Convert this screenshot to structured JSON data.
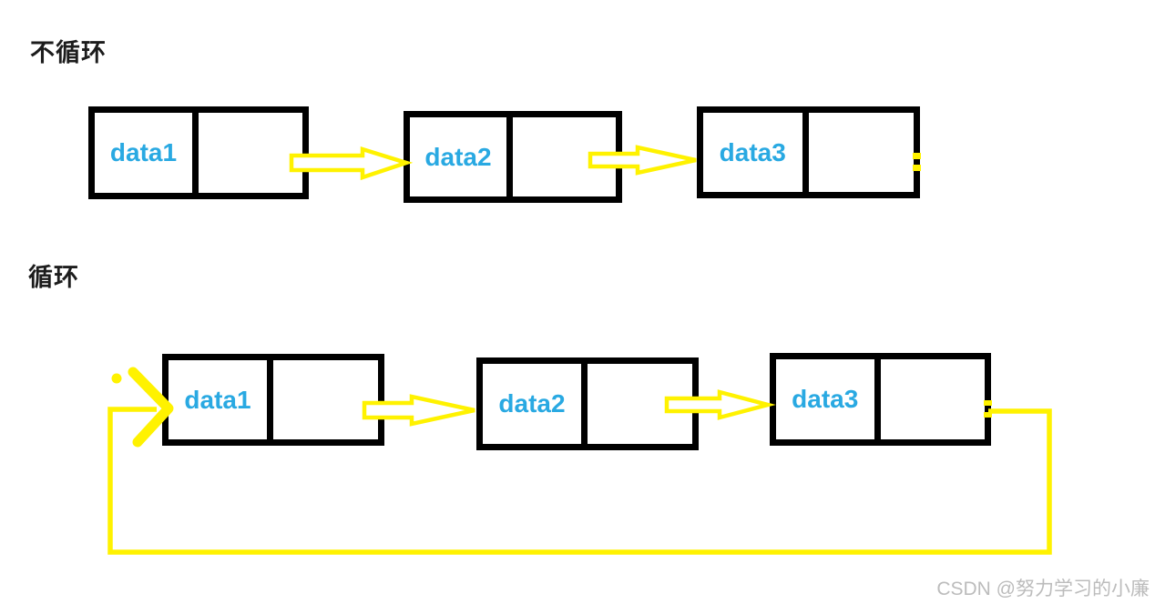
{
  "sections": [
    {
      "label": "不循环",
      "type": "singly-linked-list",
      "nodes": [
        {
          "data": "data1"
        },
        {
          "data": "data2"
        },
        {
          "data": "data3"
        }
      ]
    },
    {
      "label": "循环",
      "type": "circular-linked-list",
      "nodes": [
        {
          "data": "data1"
        },
        {
          "data": "data2"
        },
        {
          "data": "data3"
        }
      ]
    }
  ],
  "watermark": {
    "text": "CSDN @努力学习的小廉"
  },
  "colors": {
    "node_border": "#000000",
    "node_text": "#29a9e2",
    "arrow_yellow": "#fff200",
    "heading": "#1c1c1c",
    "watermark": "#bcbcbc",
    "background": "#ffffff"
  }
}
